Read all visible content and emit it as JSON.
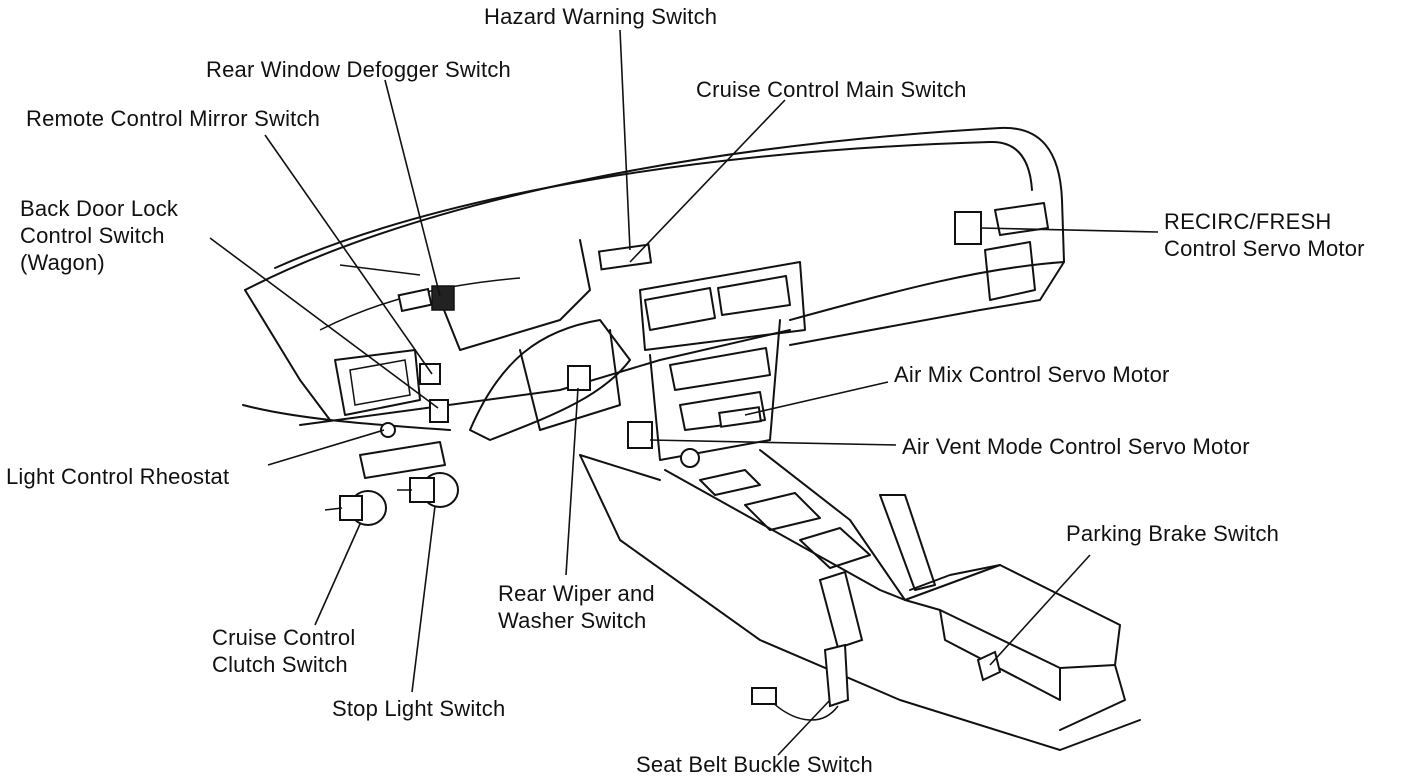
{
  "labels": {
    "hazard_warning_switch": "Hazard Warning Switch",
    "rear_window_defogger_switch": "Rear Window Defogger Switch",
    "cruise_control_main_switch": "Cruise Control Main Switch",
    "remote_control_mirror_switch": "Remote Control Mirror Switch",
    "back_door_lock": [
      "Back Door Lock",
      "Control Switch",
      "(Wagon)"
    ],
    "recirc_fresh": [
      "RECIRC/FRESH",
      "Control Servo Motor"
    ],
    "air_mix_control_servo_motor": "Air Mix Control Servo Motor",
    "air_vent_mode_control_servo_motor": "Air Vent Mode Control Servo Motor",
    "light_control_rheostat": "Light Control Rheostat",
    "parking_brake_switch": "Parking Brake Switch",
    "rear_wiper_washer": [
      "Rear Wiper and",
      "Washer Switch"
    ],
    "cruise_control_clutch": [
      "Cruise Control",
      "Clutch Switch"
    ],
    "stop_light_switch": "Stop Light Switch",
    "seat_belt_buckle_switch": "Seat Belt Buckle Switch"
  }
}
